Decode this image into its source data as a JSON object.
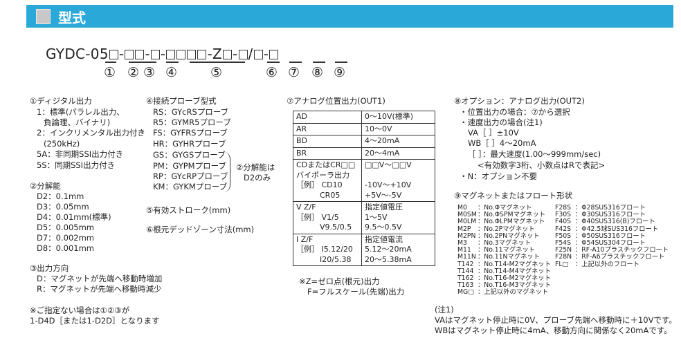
{
  "header": {
    "title": "型式"
  },
  "model_code": {
    "prefix": "GYDC-05",
    "sep1": "-",
    "sep2": "-",
    "sep3": "-",
    "sep4": "-Z",
    "sep5": "-",
    "sep6": "/",
    "sep7": "-",
    "circled": [
      "①",
      "②",
      "③",
      "④",
      "⑤",
      "⑥",
      "⑦",
      "⑧",
      "⑨"
    ]
  },
  "sec1": {
    "title": "①ディジタル出力",
    "lines": [
      "1：標準(パラレル出力、",
      "負論理、バイナリ)",
      "2：インクリメンタル出力付き",
      "(250kHz)",
      "5A：非同期SSI出力付き",
      "5S：同期SSI出力付き"
    ]
  },
  "sec2": {
    "title": "②分解能",
    "lines": [
      "D2：0.1mm",
      "D3：0.05mm",
      "D4：0.01mm(標準)",
      "D5：0.005mm",
      "D7：0.002mm",
      "D8：0.001mm"
    ]
  },
  "sec3": {
    "title": "③出力方向",
    "lines": [
      "D：マグネットが先端へ移動時増加",
      "R：マグネットが先端へ移動時減少"
    ]
  },
  "note_bottom_left": [
    "※ご指定ない場合は①②③が",
    "1-D4D［または1-D2D］となります"
  ],
  "sec4": {
    "title": "④接続プローブ型式",
    "lines": [
      "RS：GYcRSプローブ",
      "R5：GYMR5プローブ",
      "FS：GYFRSプローブ",
      "HR：GYHRプローブ",
      "GS：GYGSプローブ",
      "PM：GYPMプローブ",
      "RP：GYcRPプローブ",
      "KM：GYKMプローブ"
    ],
    "brace_note": [
      "②分解能は",
      "D2のみ"
    ]
  },
  "sec5": {
    "title": "⑤有効ストローク(mm)"
  },
  "sec6": {
    "title": "⑥根元デッドゾーン寸法(mm)"
  },
  "sec7": {
    "title": "⑦アナログ位置出力(OUT1)",
    "rows": [
      [
        "AD",
        "0～10V(標準)"
      ],
      [
        "AR",
        "10～0V"
      ],
      [
        "BD",
        "4～20mA"
      ],
      [
        "BR",
        "20～4mA"
      ]
    ],
    "bipolar": {
      "l1": "CDまたはCR□□",
      "r1": "□□V～□□V",
      "l2": "バイポーラ出力",
      "l3": "［例］ CD10",
      "r3": "-10V～+10V",
      "l4": "CR05",
      "r4": "+5V～-5V"
    },
    "vz": {
      "l1": "V Z/F",
      "r1": "指定値電圧",
      "l2": "［例］ V1/5",
      "r2": "1～5V",
      "l3": "V9.5/0.5",
      "r3": "9.5～0.5V"
    },
    "iz": {
      "l1": "I Z/F",
      "r1": "指定値電流",
      "l2": "［例］ I5.12/20",
      "r2": "5.12～20mA",
      "l3": "I20/5.38",
      "r3": "20～5.38mA"
    },
    "notes": [
      "※Z=ゼロ点(根元)出力",
      "F=フルスケール(先端)出力"
    ]
  },
  "sec8": {
    "title": "⑧オプション：アナログ出力(OUT2)",
    "lines": [
      "・位置出力の場合：⑦から選択",
      "・速度出力の場合(注1)",
      "VA［  ］±10V",
      "WB［  ］4～20mA",
      "［  ］：最大速度(1.00～999mm/sec)",
      "<有効数字3桁、小数点はRで表記>",
      "・N：オプション不要"
    ]
  },
  "sec9": {
    "title": "⑨マグネットまたはフロート形状",
    "col1": [
      [
        "M0",
        "：No.Φマグネット"
      ],
      [
        "M0SM",
        "：No.ΦSPMマグネット"
      ],
      [
        "M0LM",
        "：No.ΦLPMマグネット"
      ],
      [
        "M2P",
        "：No.2Pマグネット"
      ],
      [
        "M2PN",
        "：No.2PNマグネット"
      ],
      [
        "M3",
        "：No.3マグネット"
      ],
      [
        "M11",
        "：No.11マグネット"
      ],
      [
        "M11N",
        "：No.11Nマグネット"
      ],
      [
        "T142",
        "：No.T14-M2マグネット"
      ],
      [
        "T144",
        "：No.T14-M4マグネット"
      ],
      [
        "T162",
        "：No.T16-M2マグネット"
      ],
      [
        "T163",
        "：No.T16-M3マグネット"
      ],
      [
        "MG□",
        "：上記以外のマグネット"
      ]
    ],
    "col2": [
      [
        "F28S",
        "：Φ28SUS316フロート"
      ],
      [
        "F30S",
        "：Φ30SUS316フロート"
      ],
      [
        "F40S",
        "：Φ40SUS316(B)フロート"
      ],
      [
        "F42S",
        "：Φ42.5球SUS316フロート"
      ],
      [
        "F50S",
        "：Φ50SUS316フロート"
      ],
      [
        "F54S",
        "：Φ54SUS304フロート"
      ],
      [
        "F25N",
        "：RF-A10プラスチックフロート"
      ],
      [
        "F28N",
        "：RF-A6プラスチックフロート"
      ],
      [
        "FL□",
        "：上記以外のフロート"
      ]
    ]
  },
  "note1": {
    "title": "(注1)",
    "lines": [
      "VAはマグネット停止時に0V、プローブ先端へ移動時に＋10Vです。",
      "WBはマグネット停止時に4mA、移動方向に関係なく20mAです。"
    ]
  }
}
